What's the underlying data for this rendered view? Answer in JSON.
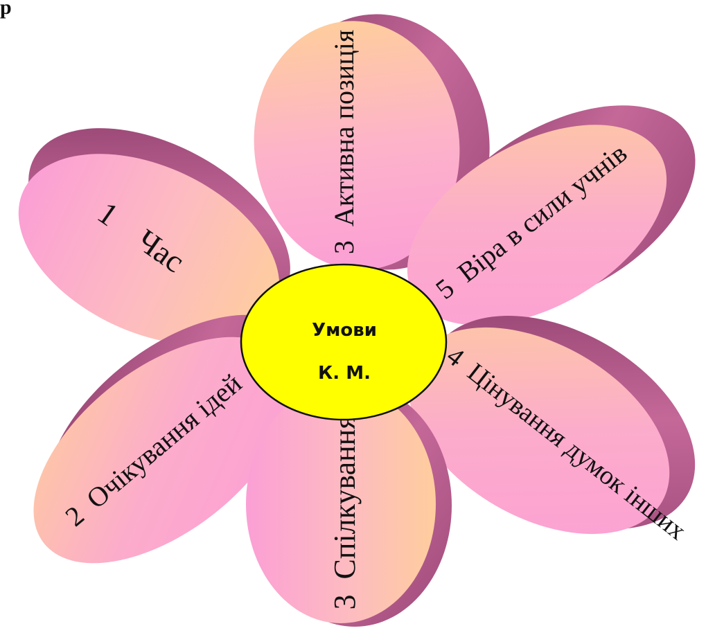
{
  "header": {
    "corner_text": "р"
  },
  "center": {
    "line1": "Умови",
    "line2": "К. М."
  },
  "petals": [
    {
      "id": "petal-time",
      "label": "1    Час"
    },
    {
      "id": "petal-expecting-ideas",
      "label": "2  Очікування ідей"
    },
    {
      "id": "petal-active-position",
      "label": "3  Активна позиція"
    },
    {
      "id": "petal-communication",
      "label": "3  Спілкування"
    },
    {
      "id": "petal-valuing-opinions",
      "label": "4  Цінування думок інших"
    },
    {
      "id": "petal-belief-in-students",
      "label": "5  Віра в сили учнів"
    }
  ],
  "colors": {
    "petal_pink": "#fb9fd5",
    "petal_peach": "#fecd9d",
    "petal_side": "#b25a8c",
    "center_fill": "#ffff00",
    "outline": "#111111"
  }
}
